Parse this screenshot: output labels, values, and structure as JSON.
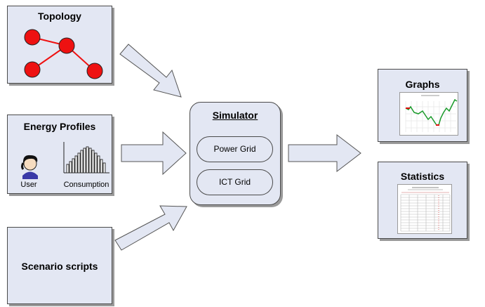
{
  "topology": {
    "title": "Topology"
  },
  "energy": {
    "title": "Energy Profiles",
    "user_label": "User",
    "consumption_label": "Consumption"
  },
  "scenario": {
    "title": "Scenario scripts"
  },
  "simulator": {
    "title": "Simulator",
    "power_grid": "Power Grid",
    "ict_grid": "ICT Grid"
  },
  "graphs": {
    "title": "Graphs"
  },
  "statistics": {
    "title": "Statistics"
  },
  "colors": {
    "box_fill": "#e3e7f3",
    "node_red": "#ee1111",
    "arrow_fill": "#e3e7f3",
    "border": "#4a4a4a"
  }
}
